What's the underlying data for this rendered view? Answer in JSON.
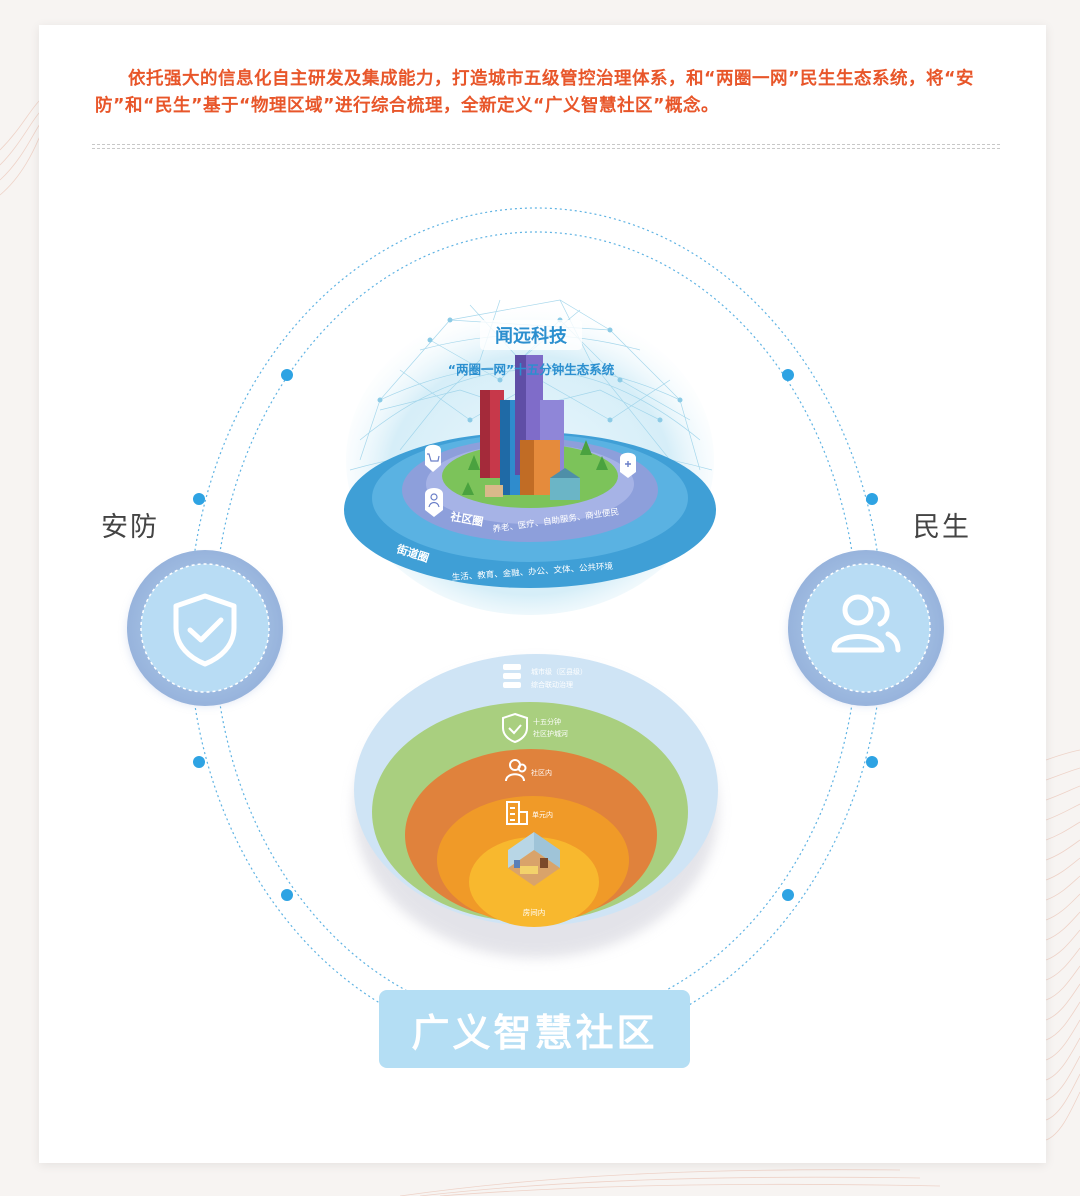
{
  "intro": "依托强大的信息化自主研发及集成能力，打造城市五级管控治理体系，和“两圈一网”民生生态系统，将“安防”和“民生”基于“物理区域”进行综合梳理，全新定义“广义智慧社区”概念。",
  "left_label": "安防",
  "right_label": "民生",
  "globe": {
    "brand": "闻远科技",
    "subtitle": "“两圈一网”十五分钟生态系统",
    "inner_ring_title": "社区圈",
    "inner_ring_items": "养老、医疗、自助服务、商业便民",
    "outer_ring_title": "街道圈",
    "outer_ring_items": "生活、教育、金融、办公、文体、公共环境"
  },
  "layers": {
    "city_line1": "城市级（区县级）",
    "city_line2": "综合联动治理",
    "fifteen_line1": "十五分钟",
    "fifteen_line2": "社区护城河",
    "community": "社区内",
    "unit": "单元内",
    "room": "房间内"
  },
  "main_title": "广义智慧社区",
  "colors": {
    "accent": "#e8562a",
    "ring_blue": "#3a9fd9",
    "title_bg": "#b4def4",
    "layer_blue": "#cfe4f5",
    "layer_green": "#a9cf7f",
    "layer_orange1": "#e0823c",
    "layer_orange2": "#f09a28",
    "layer_yellow": "#f8b82e"
  },
  "icons": [
    "shield-check-icon",
    "users-icon",
    "shopping-cart-icon",
    "medical-pin-icon",
    "person-pin-icon",
    "server-stack-icon",
    "shield-small-icon",
    "people-icon",
    "building-icon",
    "room-icon"
  ]
}
